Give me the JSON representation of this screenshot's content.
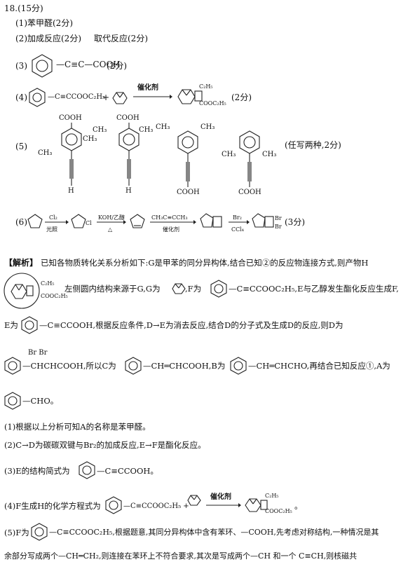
{
  "header": {
    "qnum": "18.(15分)"
  },
  "answers": {
    "a1": "(1)苯甲醛(2分)",
    "a2a": "(2)加成反应(2分)",
    "a2b": "取代反应(2分)",
    "a3_label": "(3)",
    "a3_formula": "—C≡C—COOH",
    "a3_score": "(2分)",
    "a4_label": "(4)",
    "a4_reactant": "—C≡CCOOC₂H₅",
    "a4_plus": "+",
    "a4_catalyst": "催化剂",
    "a4_ethyl": "C₂H₅",
    "a4_ester": "COOC₂H₅",
    "a4_score": "(2分)",
    "a5_label": "(5)",
    "a5_note": "(任写两种,2分)",
    "a5_cooh": "COOH",
    "a5_ch3": "CH₃",
    "a5_h": "H",
    "a6_label": "(6)",
    "a6_cl2": "Cl₂",
    "a6_light": "光照",
    "a6_cl": "Cl",
    "a6_koh": "KOH/乙醇",
    "a6_heat": "△",
    "a6_reagent": "CH₃C≡CCH₃",
    "a6_cat": "催化剂",
    "a6_br2": "Br₂",
    "a6_ccl4": "CCl₄",
    "a6_br": "Br",
    "a6_score": "(3分)"
  },
  "analysis": {
    "title": "【解析】",
    "p1": "已知各物质转化关系分析如下:G是甲苯的同分异构体,结合已知②的反应物连接方式,则产物H",
    "p2a": "左侧圆内结构来源于G,G为",
    "p2b": ",F为",
    "p2c": "—C≡CCOOC₂H₅,E与乙醇发生酯化反应生成F,",
    "p3a": "E为",
    "p3b": "—C≡CCOOH,根据反应条件,D→E为消去反应,结合D的分子式及生成D的反应,则D为",
    "p4_br": "Br  Br",
    "p4a": "—CHCHCOOH,所以C为",
    "p4b": "—CH═CHCOOH,B为",
    "p4c": "—CH═CHCHO,再结合已知反应①,A为",
    "p5": "—CHO。",
    "s1": "(1)根据以上分析可知A的名称是苯甲醛。",
    "s2": "(2)C→D为碳碳双键与Br₂的加成反应,E→F是酯化反应。",
    "s3a": "(3)E的结构简式为",
    "s3b": "—C≡CCOOH。",
    "s4a": "(4)F生成H的化学方程式为",
    "s4b": "—C≡CCOOC₂H₅ +",
    "s4c": "催化剂",
    "s4d": "。",
    "s5a": "(5)F为",
    "s5b": "—C≡CCOOC₂H₅,根据题意,其同分异构体中含有苯环、—COOH,先考虑对称结构,一种情况是其",
    "s6": "余部分写成两个—CH═CH₂,则连接在苯环上不符合要求,其次是写成两个—CH 和一个 C≡CH,则核磁共"
  }
}
